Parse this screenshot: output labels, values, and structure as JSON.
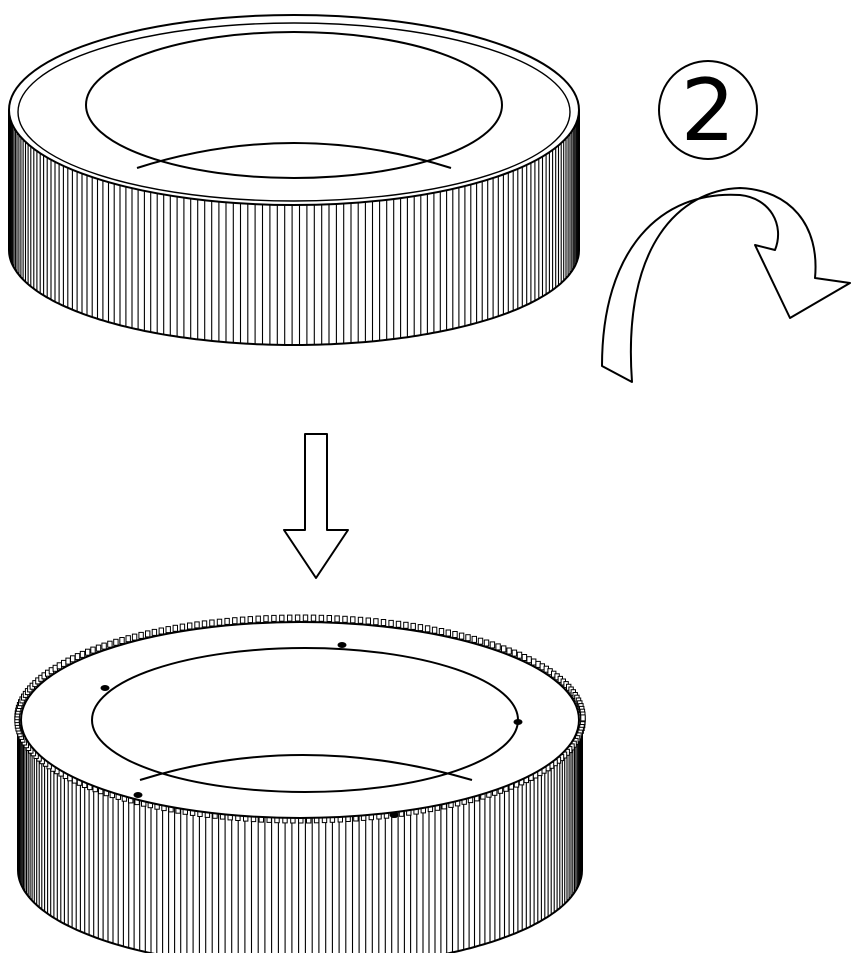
{
  "step": {
    "number": "2"
  },
  "colors": {
    "stroke": "#000000",
    "fill": "#ffffff"
  },
  "parts": {
    "top_ring": {
      "icon": "knurled-ring-icon",
      "holes": 0
    },
    "bottom_ring": {
      "icon": "knurled-ring-flipped-icon",
      "holes": 5
    }
  },
  "arrows": {
    "rotation": "flip-rotation-arrow-icon",
    "direction": "down-arrow-icon"
  }
}
